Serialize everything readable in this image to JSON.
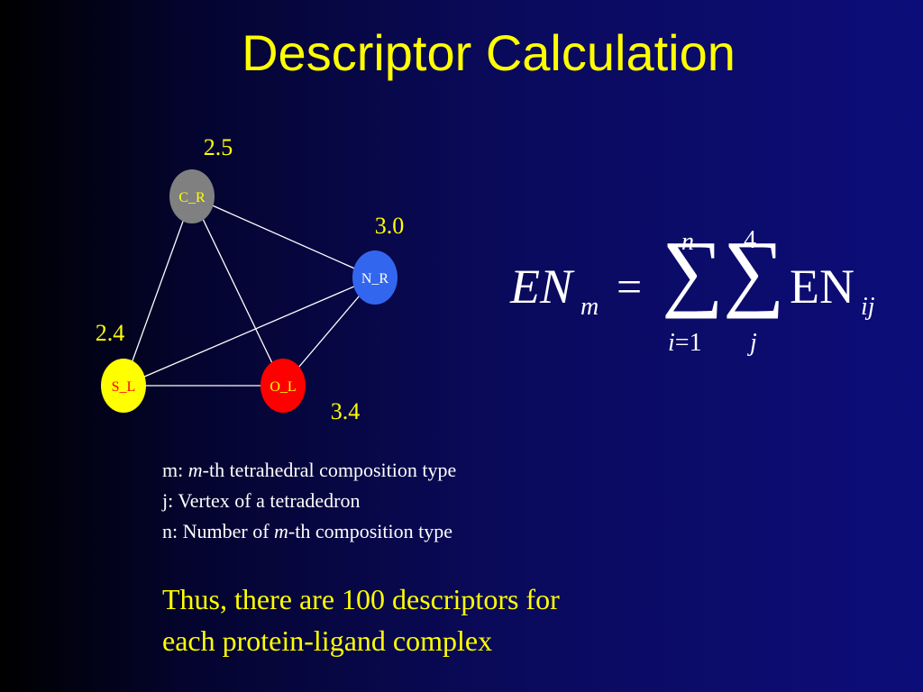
{
  "title": "Descriptor Calculation",
  "diagram": {
    "nodes": [
      {
        "id": "cr",
        "label": "C_R",
        "value": "2.5",
        "fill": "#808080",
        "text_color": "#ffff00"
      },
      {
        "id": "nr",
        "label": "N_R",
        "value": "3.0",
        "fill": "#3366ee",
        "text_color": "#ffffff"
      },
      {
        "id": "sl",
        "label": "S_L",
        "value": "2.4",
        "fill": "#ffff00",
        "text_color": "#ff0000"
      },
      {
        "id": "ol",
        "label": "O_L",
        "value": "3.4",
        "fill": "#ff0000",
        "text_color": "#ffff00"
      }
    ],
    "edges": [
      [
        "cr",
        "nr"
      ],
      [
        "cr",
        "sl"
      ],
      [
        "cr",
        "ol"
      ],
      [
        "nr",
        "sl"
      ],
      [
        "nr",
        "ol"
      ],
      [
        "sl",
        "ol"
      ]
    ]
  },
  "formula": {
    "lhs": "EN",
    "lhs_sub": "m",
    "equals": "=",
    "sigma": "∑",
    "sum1_upper": "n",
    "sum1_lower_var": "i",
    "sum1_lower_rest": "=1",
    "sum2_upper": "4",
    "sum2_lower": "j",
    "term": "EN",
    "term_sub": "ij"
  },
  "legend": {
    "line1_prefix": "m: ",
    "line1_var": "m",
    "line1_rest": "-th tetrahedral composition type",
    "line2": "j: Vertex of a tetradedron",
    "line3_prefix": "n: Number of ",
    "line3_var": "m",
    "line3_rest": "-th composition type"
  },
  "conclusion": {
    "line1": "Thus, there are 100 descriptors for",
    "line2": "each protein-ligand complex"
  },
  "colors": {
    "accent": "#ffff00",
    "edge": "#ffffff"
  }
}
